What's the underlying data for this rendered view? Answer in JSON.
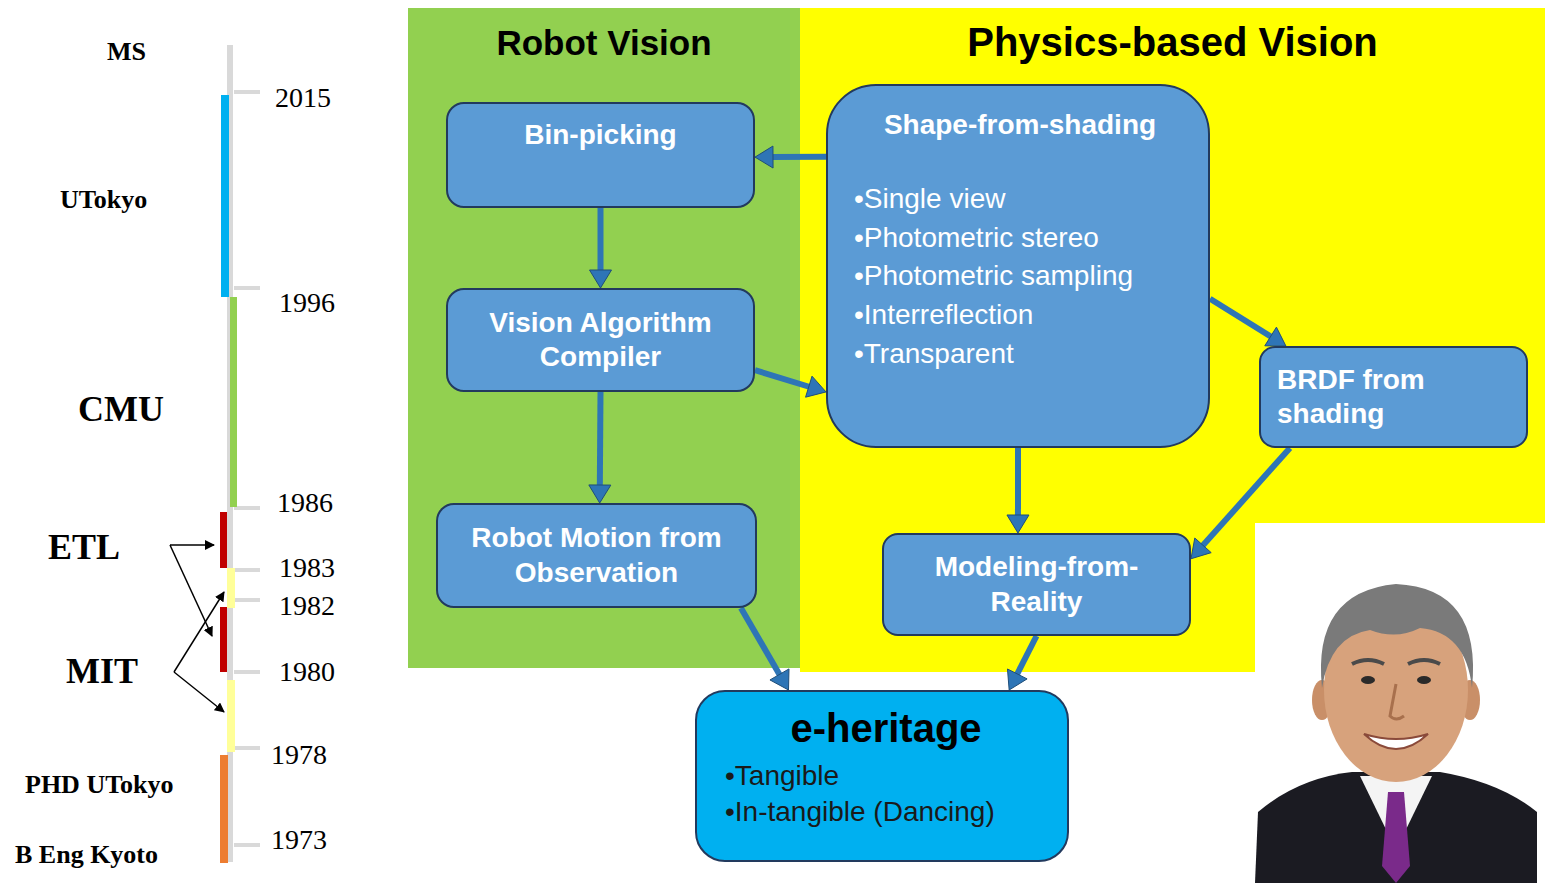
{
  "diagram": {
    "nodes": [
      {
        "text": [
          "Robot Vision"
        ]
      },
      {
        "text": [
          "Physics-based Vision"
        ]
      },
      {
        "text": [
          "Bin-picking"
        ],
        "in": 0
      },
      {
        "text": [
          "Vision Algorithm Compiler"
        ],
        "in": 0
      },
      {
        "text": [
          "Robot Motion from Observation"
        ],
        "in": 0
      },
      {
        "text": [
          "Shape-from-shading",
          "•Single view",
          "•Photometric stereo",
          "•Photometric sampling",
          "•Interreflection",
          "•Transparent"
        ],
        "in": 1
      },
      {
        "text": [
          "BRDF from shading"
        ],
        "in": 1
      },
      {
        "text": [
          "Modeling-from-Reality"
        ],
        "in": 1
      },
      {
        "text": [
          "e-heritage",
          "•Tangible",
          "•In-tangible (Dancing)"
        ]
      }
    ],
    "edges": [
      {
        "from": 5,
        "to": 2,
        "arrow": "to"
      },
      {
        "from": 2,
        "to": 3,
        "arrow": "to"
      },
      {
        "from": 3,
        "to": 4,
        "arrow": "to"
      },
      {
        "from": 3,
        "to": 5,
        "arrow": "to"
      },
      {
        "from": 5,
        "to": 6,
        "arrow": "to"
      },
      {
        "from": 5,
        "to": 7,
        "arrow": "to"
      },
      {
        "from": 6,
        "to": 7,
        "arrow": "to"
      },
      {
        "from": 4,
        "to": 8,
        "arrow": "to"
      },
      {
        "from": 7,
        "to": 8,
        "arrow": "to"
      }
    ],
    "labels": [
      "MS",
      "2015",
      "UTokyo",
      "1996",
      "CMU",
      "1986",
      "ETL",
      "1983",
      "1982",
      "MIT",
      "1980",
      "1978",
      "PHD UTokyo",
      "1973",
      "B Eng Kyoto"
    ]
  }
}
